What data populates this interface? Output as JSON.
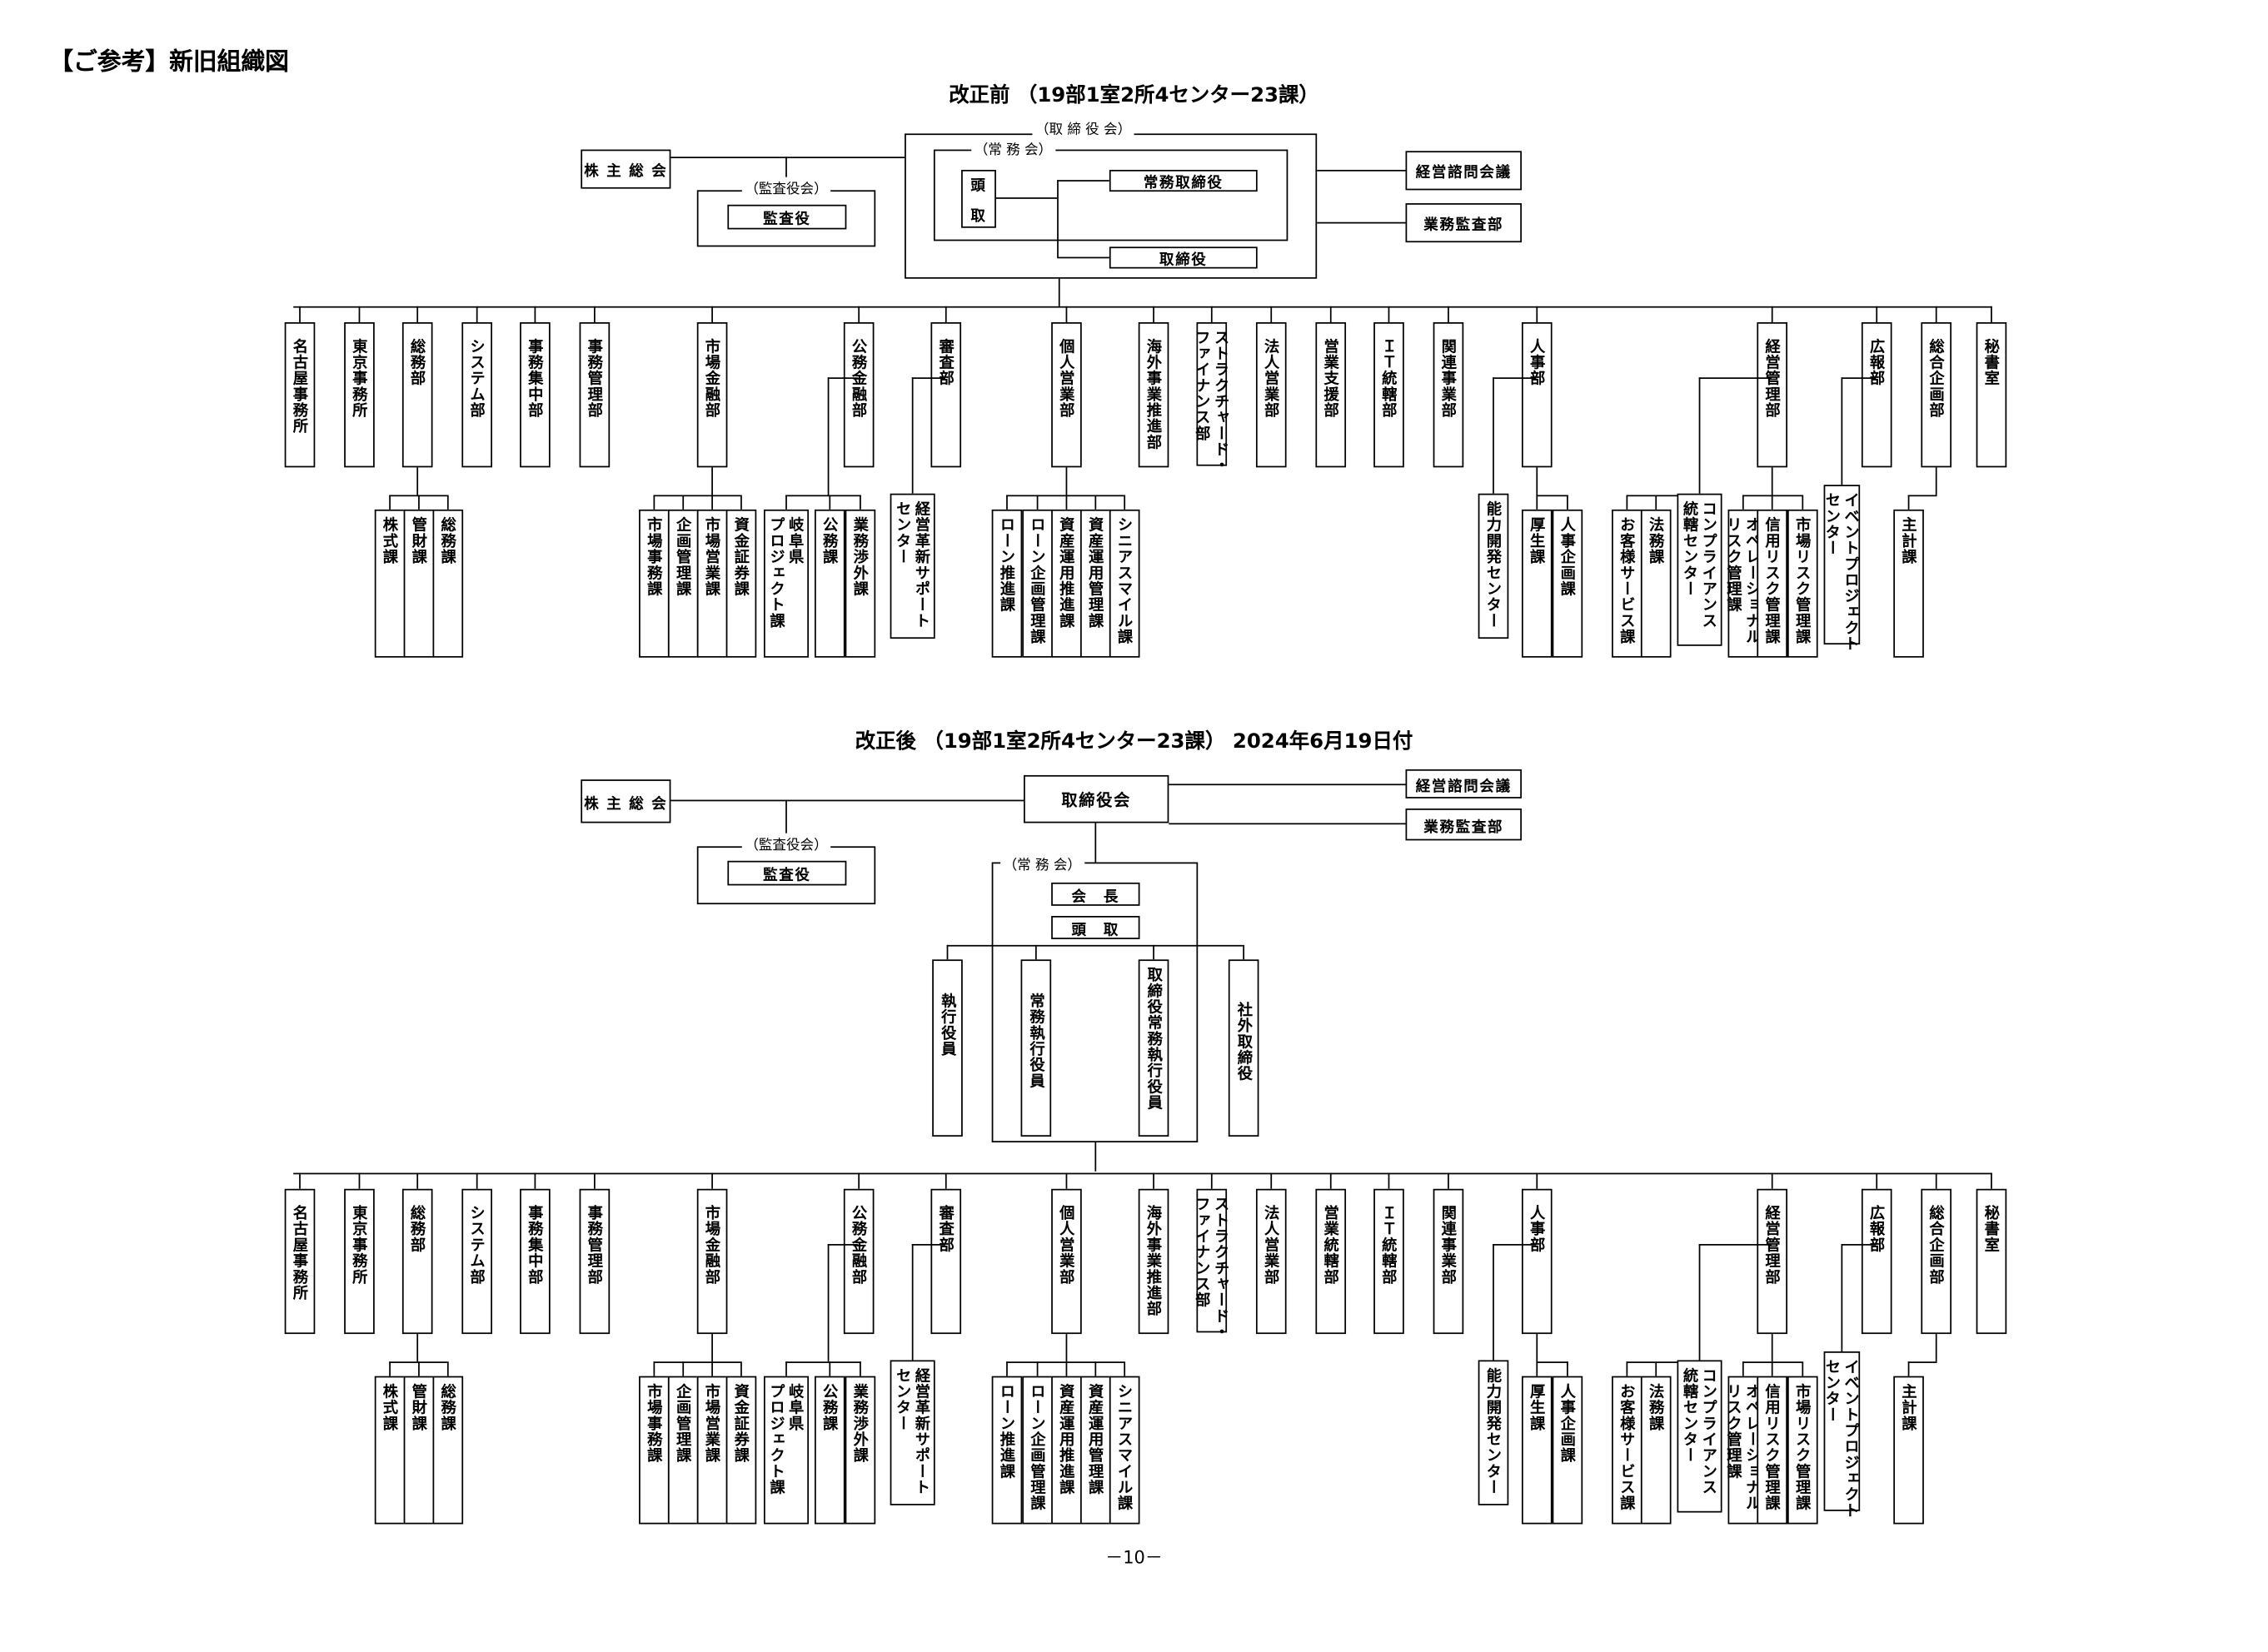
{
  "page_header": "【ご参考】新旧組織図",
  "page_number": "－10－",
  "before": {
    "title": "改正前 （19部1室2所4センター23課）",
    "board": "（取 締 役 会）",
    "exec_committee": "（常 務 会）",
    "president_a": "頭",
    "president_b": "取",
    "managing_director": "常務取締役",
    "director": "取締役",
    "shareholders": "株 主 総 会",
    "auditor_board": "（監査役会）",
    "auditor": "監査役",
    "advisory": "経営諮問会議",
    "audit_dept": "業務監査部"
  },
  "after": {
    "title": "改正後 （19部1室2所4センター23課） 2024年6月19日付",
    "board": "取締役会",
    "exec_committee": "（常 務 会）",
    "chairman": "会　長",
    "president": "頭　取",
    "shareholders": "株 主 総 会",
    "auditor_board": "（監査役会）",
    "auditor": "監査役",
    "advisory": "経営諮問会議",
    "audit_dept": "業務監査部",
    "officers": [
      "執行役員",
      "常務執行役員",
      "取締役常務執行役員",
      "社外取締役"
    ]
  },
  "departments": [
    "名古屋事務所",
    "東京事務所",
    "総務部",
    "システム部",
    "事務集中部",
    "事務管理部",
    "市場金融部",
    "公務金融部",
    "審査部",
    "個人営業部",
    "海外事業推進部",
    "ストラクチャード・\nファイナンス部",
    "法人営業部",
    "営業支援部",
    "ＩＴ統轄部",
    "関連事業部",
    "人事部",
    "経営管理部",
    "広報部",
    "総合企画部",
    "秘書室"
  ],
  "departments_after_sales_support": "営業統轄部",
  "sections": {
    "soumu": [
      "株式課",
      "管財課",
      "総務課"
    ],
    "shijou": [
      "市場事務課",
      "企画管理課",
      "市場営業課",
      "資金証券課"
    ],
    "koumu": [
      "岐阜県\nプロジェクト課",
      "公務課",
      "業務渉外課"
    ],
    "shinsa_center": "経営革新サポート\nセンター",
    "kojin": [
      "ローン推進課",
      "ローン企画管理課",
      "資産運用推進課",
      "資産運用管理課",
      "シニアスマイル課"
    ],
    "jinji_center": "能力開発センター",
    "jinji": [
      "厚生課",
      "人事企画課"
    ],
    "keiei": [
      "お客様サービス課",
      "法務課"
    ],
    "compliance_center": "コンプライアンス\n統轄センター",
    "risk": [
      "オペレーショナル\nリスク管理課",
      "信用リスク管理課",
      "市場リスク管理課"
    ],
    "kouhou_center": "イベントプロジェクト\nセンター",
    "kikaku": [
      "主計課"
    ]
  }
}
